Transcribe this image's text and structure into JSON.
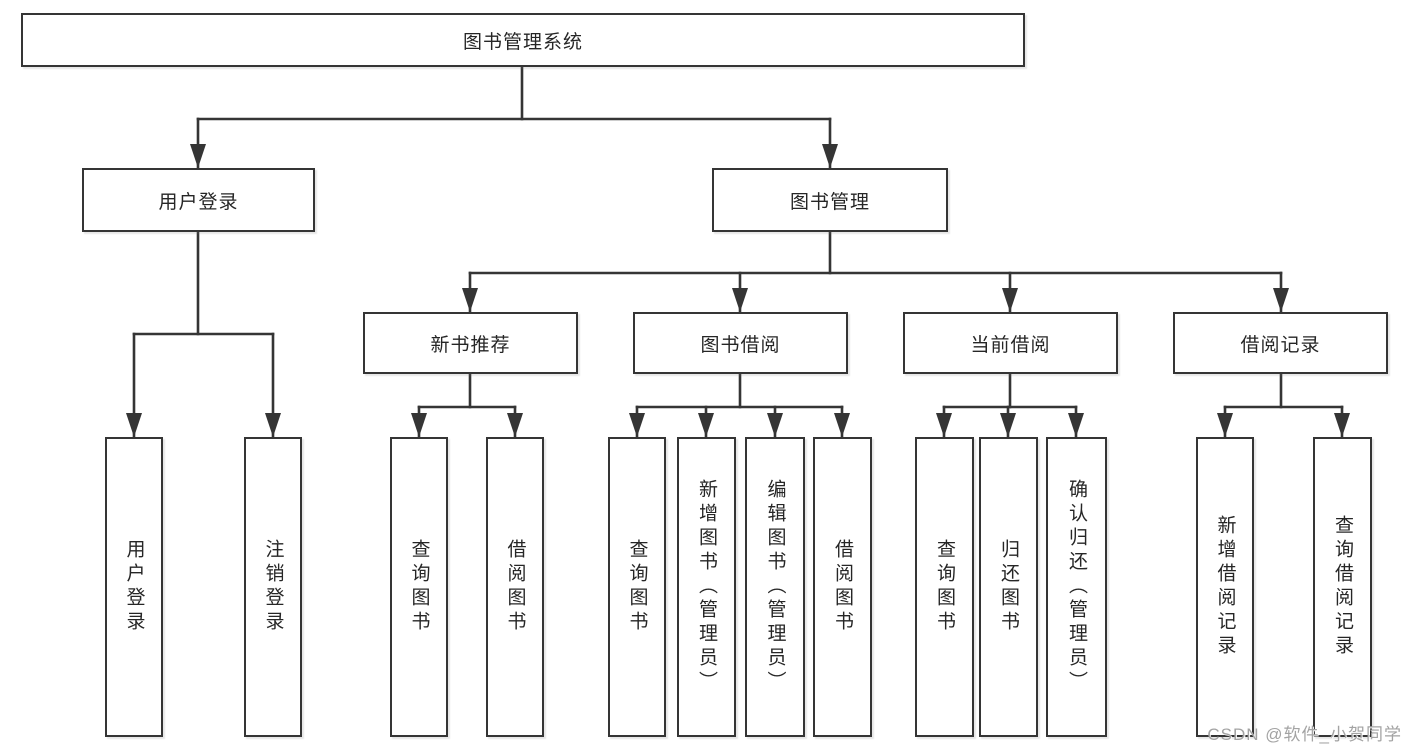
{
  "colors": {
    "line": "#353535",
    "box_border": "#353535",
    "text": "#262626",
    "background": "#ffffff",
    "watermark": "#a3a3a3"
  },
  "watermark": {
    "text": "CSDN @软件_小贺同学"
  },
  "tree": {
    "label": "图书管理系统",
    "children": [
      {
        "label": "用户登录",
        "children": [
          {
            "label": "用户登录"
          },
          {
            "label": "注销登录"
          }
        ]
      },
      {
        "label": "图书管理",
        "children": [
          {
            "label": "新书推荐",
            "children": [
              {
                "label": "查询图书"
              },
              {
                "label": "借阅图书"
              }
            ]
          },
          {
            "label": "图书借阅",
            "children": [
              {
                "label": "查询图书"
              },
              {
                "label": "新增图书（管理员）"
              },
              {
                "label": "编辑图书（管理员）"
              },
              {
                "label": "借阅图书"
              }
            ]
          },
          {
            "label": "当前借阅",
            "children": [
              {
                "label": "查询图书"
              },
              {
                "label": "归还图书"
              },
              {
                "label": "确认归还（管理员）"
              }
            ]
          },
          {
            "label": "借阅记录",
            "children": [
              {
                "label": "新增借阅记录"
              },
              {
                "label": "查询借阅记录"
              }
            ]
          }
        ]
      }
    ]
  }
}
